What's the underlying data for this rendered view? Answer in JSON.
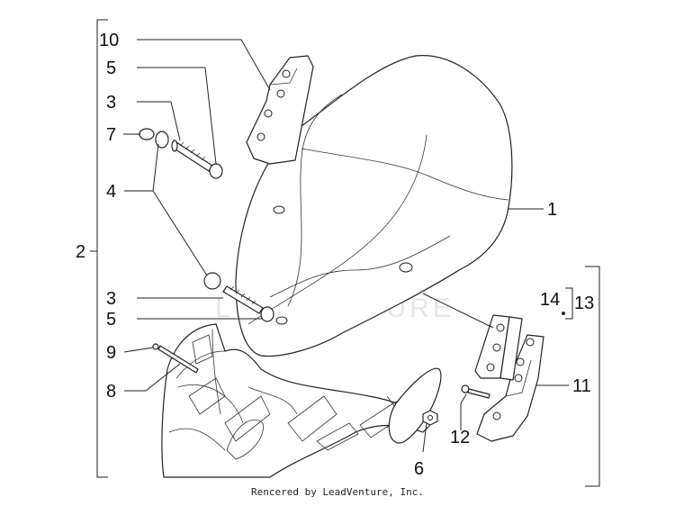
{
  "callouts": {
    "c1": "1",
    "c2": "2",
    "c3a": "3",
    "c3b": "3",
    "c4": "4",
    "c5a": "5",
    "c5b": "5",
    "c6": "6",
    "c7": "7",
    "c8": "8",
    "c9": "9",
    "c10": "10",
    "c11": "11",
    "c12": "12",
    "c13": "13",
    "c14": "14"
  },
  "watermark": {
    "text": "LEADVENTURE"
  },
  "footer": {
    "text": "Rencered by LeadVenture, Inc."
  }
}
